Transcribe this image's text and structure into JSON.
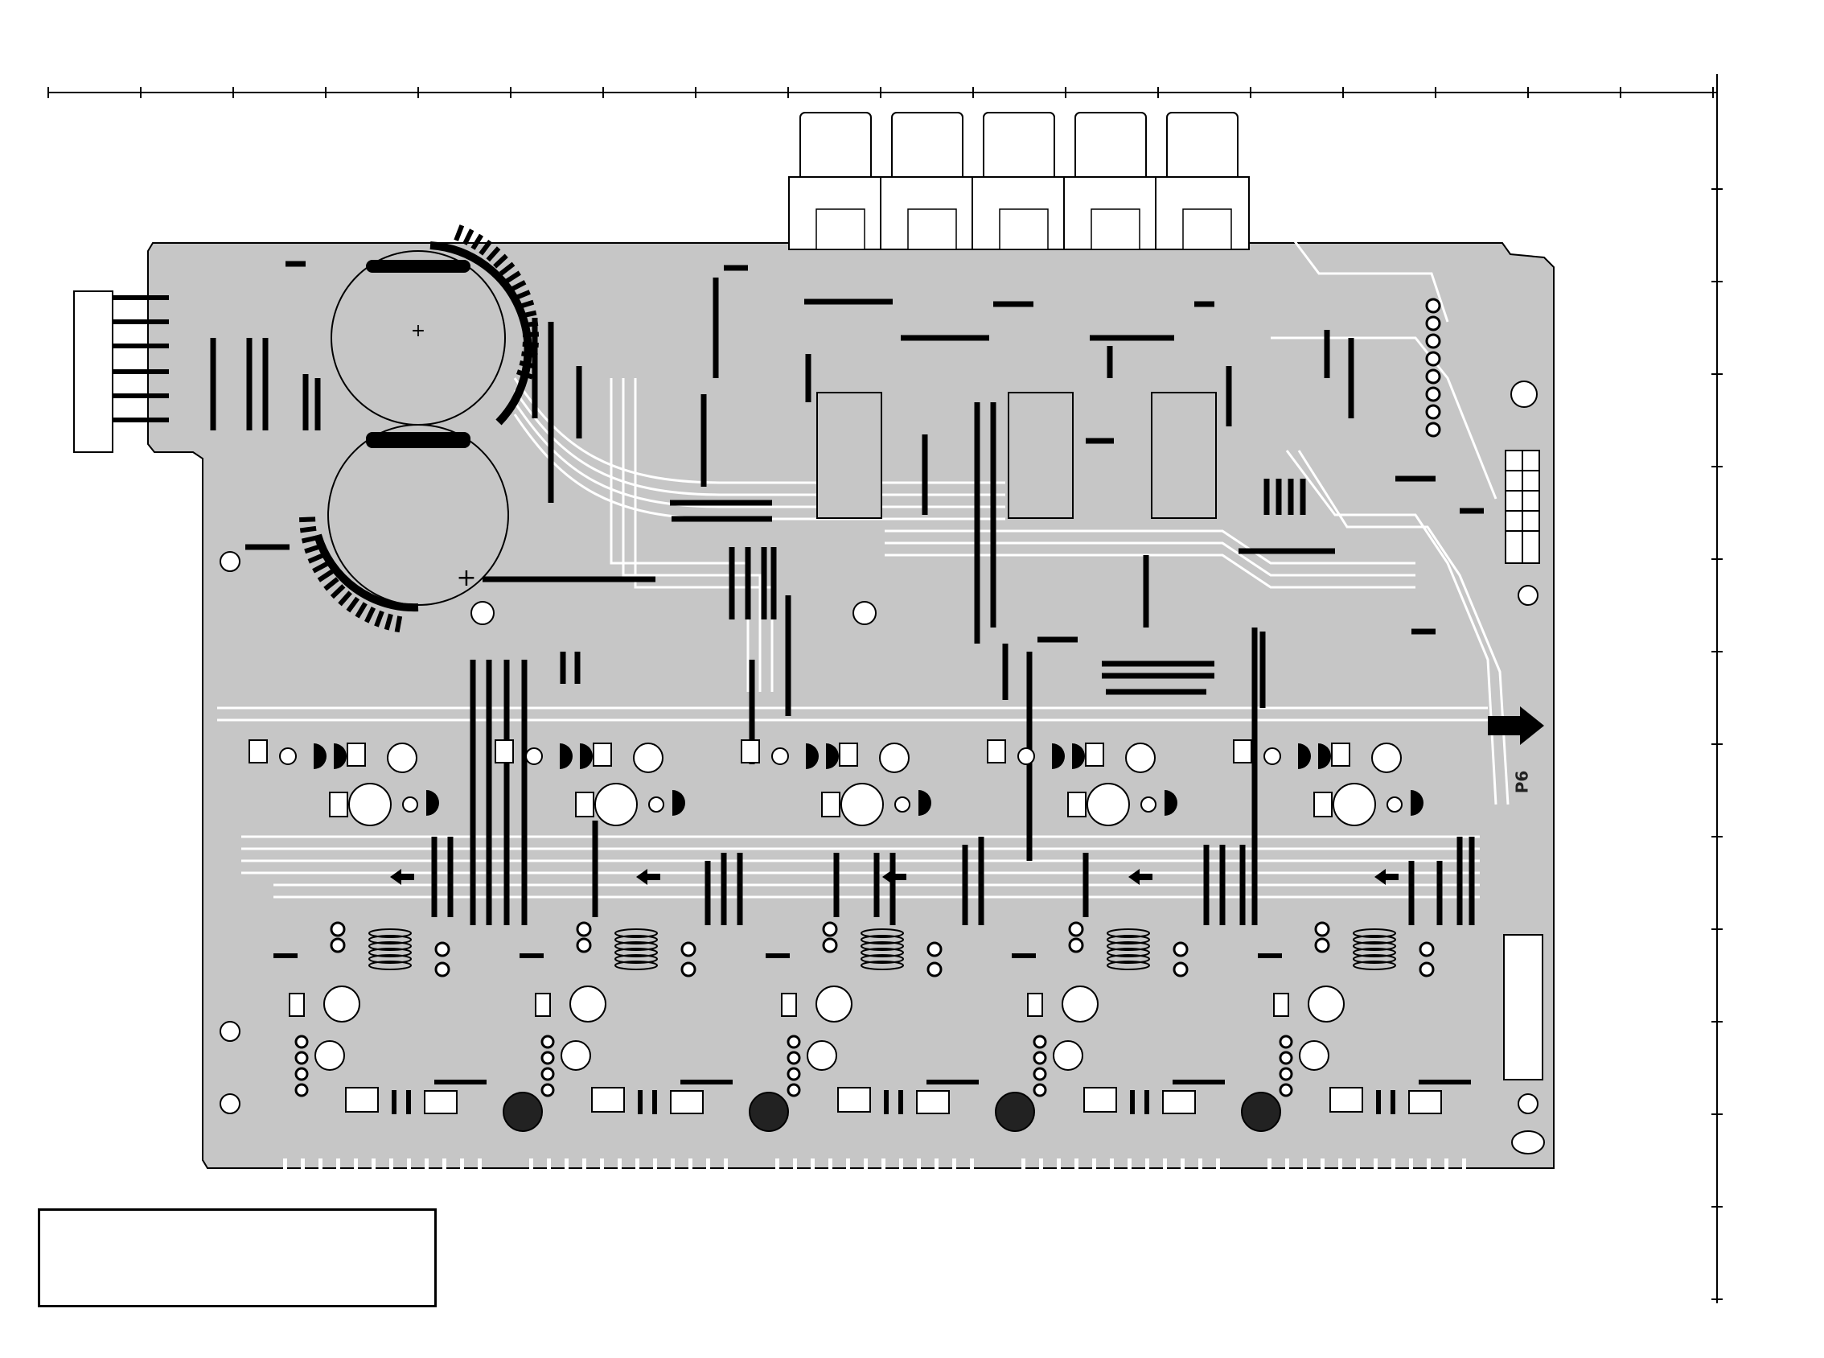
{
  "page": {
    "background": "#ffffff"
  },
  "colors": {
    "board_fill": "#c6c6c6",
    "trace": "#ffffff",
    "ink": "#000000",
    "land_hole": "#ffffff"
  },
  "board": {
    "label_text": "P6",
    "amplifier_channels": [
      {
        "id": "ch1"
      },
      {
        "id": "ch2"
      },
      {
        "id": "ch3"
      },
      {
        "id": "ch4"
      },
      {
        "id": "ch5"
      }
    ],
    "connector_count": 5,
    "large_capacitor_count": 2,
    "heatsink_pad_count": 4,
    "icons": [
      "arrow-right-icon",
      "arrow-left-icon",
      "screw-hole-icon",
      "capacitor-icon",
      "resistor-icon",
      "diode-icon",
      "transistor-icon",
      "coil-icon",
      "heat-mark-icon"
    ]
  },
  "frame": {
    "top_ruler_ticks": 19,
    "right_ruler_ticks": 13,
    "label_box_text": ""
  }
}
